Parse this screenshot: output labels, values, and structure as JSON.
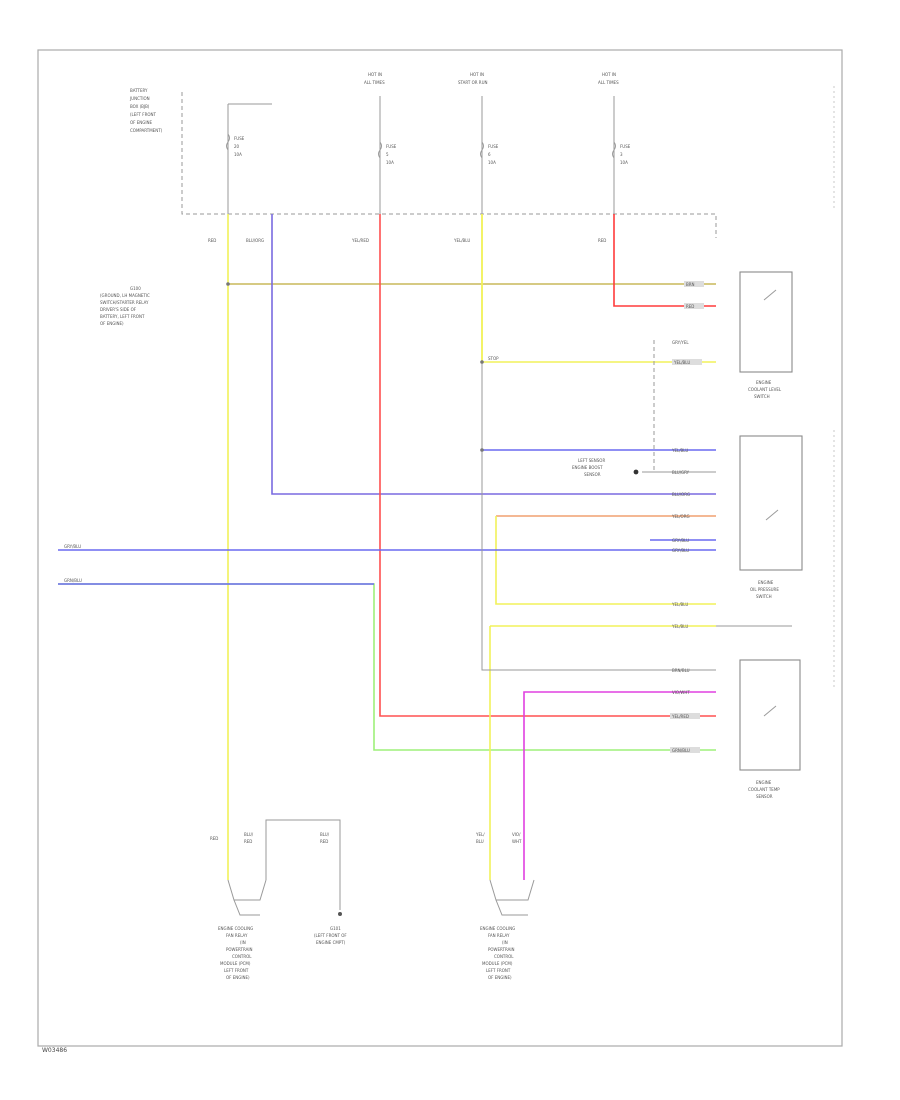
{
  "colors": {
    "yellow": "#f2f25a",
    "olive_yellow": "#c9b95a",
    "red": "#ff3b3b",
    "blue": "#6a6af0",
    "purple": "#8a6ad8",
    "green": "#9ef07a",
    "magenta": "#e040e0",
    "orange": "#f0a070",
    "gray": "#9a9a9a",
    "frame": "#aaaaaa"
  },
  "icons": [
    "fuse-icon",
    "switch-icon",
    "ground-icon",
    "splice-dot-icon"
  ],
  "labels": {
    "battery_note": [
      "BATTERY",
      "JUNCTION",
      "BOX (BJB)",
      "(LEFT FRONT",
      "OF ENGINE",
      "COMPARTMENT)"
    ],
    "hot_1": [
      "HOT IN",
      "ALL TIMES"
    ],
    "hot_2": [
      "HOT IN",
      "START OR RUN"
    ],
    "hot_3": [
      "HOT IN",
      "ALL TIMES"
    ],
    "fuse_1": [
      "FUSE",
      "20",
      "10A"
    ],
    "fuse_2": [
      "FUSE",
      "5",
      "10A"
    ],
    "fuse_3": [
      "FUSE",
      "6",
      "10A"
    ],
    "fuse_4": [
      "FUSE",
      "3",
      "10A"
    ],
    "wire_red_1": "RED",
    "wire_blu_org": "BLU/ORG",
    "wire_yel_red": "YEL/RED",
    "wire_yel_blu": "YEL/BLU",
    "wire_red_2": "RED",
    "g_note": [
      "G100",
      "(GROUND, LH MAGNETIC",
      "SWITCH/STARTER RELAY",
      "DRIVER'S SIDE OF",
      "BATTERY, LEFT FRONT",
      "OF ENGINE)"
    ],
    "right_wire_1": "BRN",
    "right_wire_2": "RED",
    "right_wire_3": "GRY/YEL",
    "right_wire_4": "YEL/BLU",
    "stop_label": "STOP",
    "sw1": [
      "ENGINE",
      "COOLANT LEVEL",
      "SWITCH"
    ],
    "r2_1": "YEL/BLU",
    "r2_2": "BLU/GRY",
    "r2_3": "BLU/ORG",
    "r2_4": "YEL/ORG",
    "r2_5": "GRY/BLU",
    "r2_6": "GRY/BLU",
    "lamp_note": [
      "LEFT SENSOR",
      "ENGINE BOOST",
      "SENSOR"
    ],
    "sw2": [
      "ENGINE",
      "OIL PRESSURE",
      "SWITCH"
    ],
    "left_wire_1": "GRY/BLU",
    "left_wire_2": "GRN/BLU",
    "r3_1": "YEL/BLU",
    "r3_2": "YEL/BLU",
    "r4_1": "BRN/BLU",
    "r4_2": "VIO/WHT",
    "r4_3": "YEL/RED",
    "r4_4": "GRN/BLU",
    "sw3": [
      "ENGINE",
      "COOLANT TEMP",
      "SENSOR"
    ],
    "bottom_1": "RED",
    "bottom_2": [
      "BLU/",
      "RED"
    ],
    "bottom_3": [
      "BLU/",
      "RED"
    ],
    "bottom_4": [
      "YEL/",
      "BLU"
    ],
    "bottom_5": [
      "VIO/",
      "WHT"
    ],
    "relay_1": [
      "ENGINE COOLING",
      "FAN RELAY",
      "(IN",
      "POWERTRAIN",
      "CONTROL",
      "MODULE (PCM)",
      "LEFT FRONT",
      "OF ENGINE)"
    ],
    "relay_2": [
      "ENGINE COOLING",
      "FAN RELAY",
      "(IN",
      "POWERTRAIN",
      "CONTROL",
      "MODULE (PCM)",
      "LEFT FRONT",
      "OF ENGINE)"
    ],
    "ground_note": [
      "G101",
      "(LEFT FRONT OF",
      "ENGINE CMPT)"
    ],
    "corner_id": "W03486"
  }
}
